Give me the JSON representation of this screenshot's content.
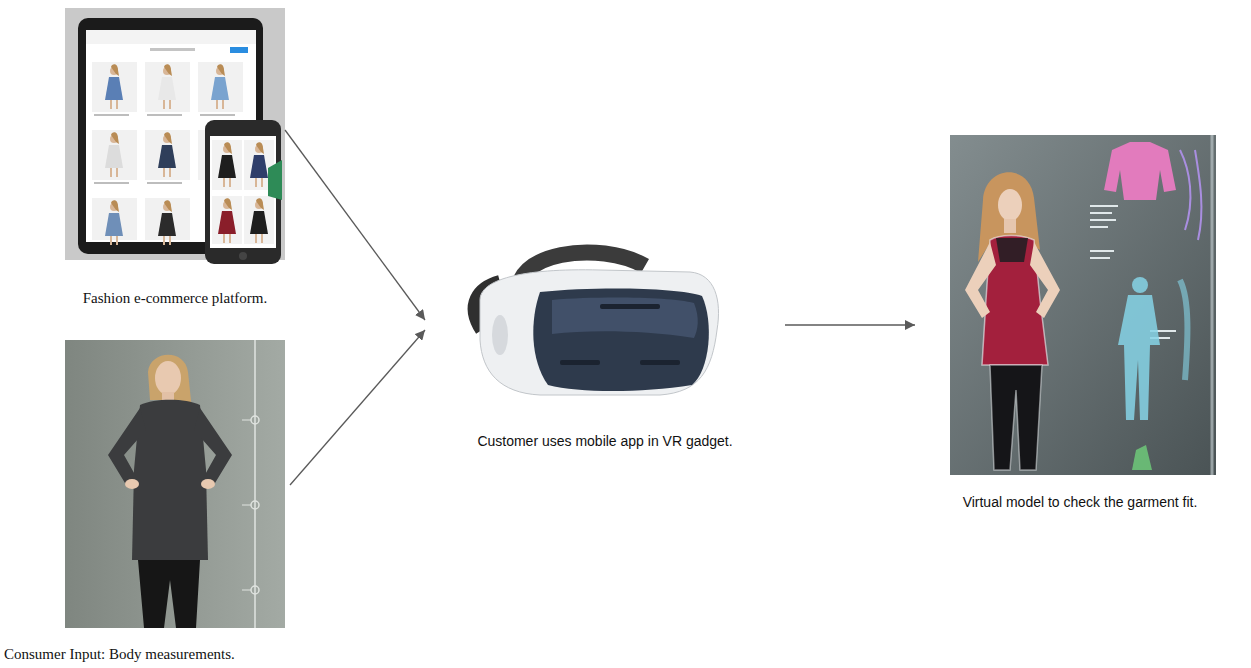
{
  "diagram": {
    "nodes": [
      {
        "text": [
          "Fashion e-commerce platform."
        ]
      },
      {
        "text": [
          "Consumer Input: Body measurements."
        ]
      },
      {
        "text": [
          "Customer uses mobile app in VR gadget."
        ]
      },
      {
        "text": [
          "Virtual model to check the garment fit."
        ]
      }
    ],
    "edges": [
      {
        "from": 0,
        "to": 2,
        "arrow": "to"
      },
      {
        "from": 1,
        "to": 2,
        "arrow": "to"
      },
      {
        "from": 2,
        "to": 3,
        "arrow": "to"
      }
    ]
  }
}
